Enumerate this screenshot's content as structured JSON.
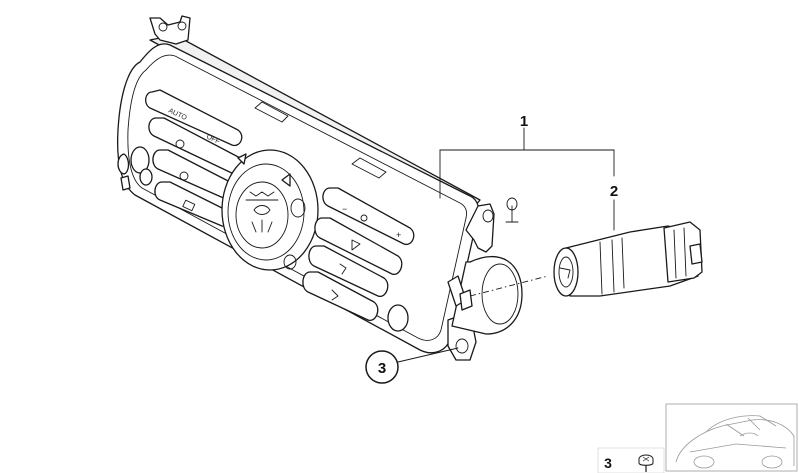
{
  "callouts": {
    "c1": "1",
    "c2": "2",
    "c3_circle": "3",
    "c3_legend": "3"
  },
  "button_labels": {
    "auto": "AUTO",
    "off": "OFF",
    "minus": "−",
    "plus": "+"
  },
  "colors": {
    "line": "#1a1a1a",
    "thumb_border": "#9a9a9a",
    "background": "#ffffff"
  }
}
